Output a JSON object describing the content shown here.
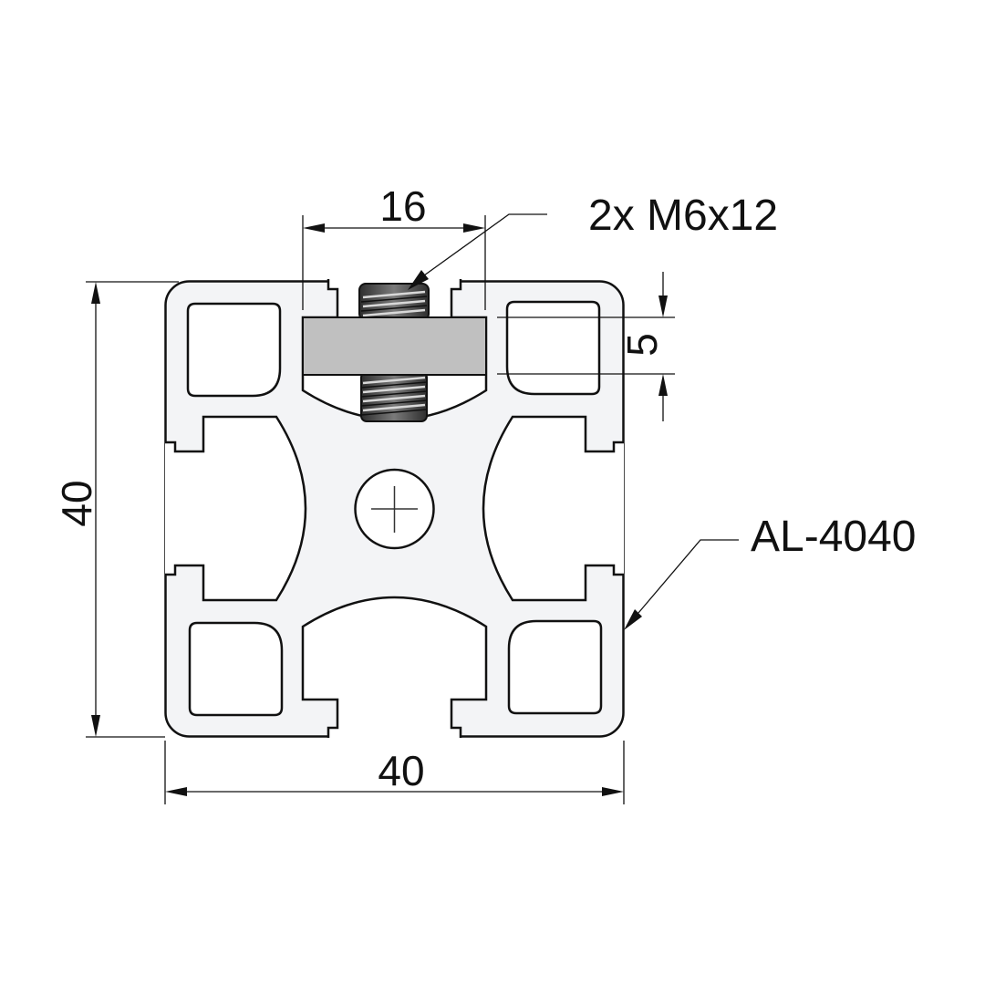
{
  "dimensions": {
    "slot_width": "16",
    "nut_thickness": "5",
    "height": "40",
    "width": "40"
  },
  "callouts": {
    "screw": "2x M6x12",
    "profile": "AL-4040"
  },
  "colors": {
    "profile_fill": "#f3f4f6",
    "outline": "#111111",
    "nut_fill": "#c0c0c0",
    "screw_fill": "#4a4a4a"
  }
}
